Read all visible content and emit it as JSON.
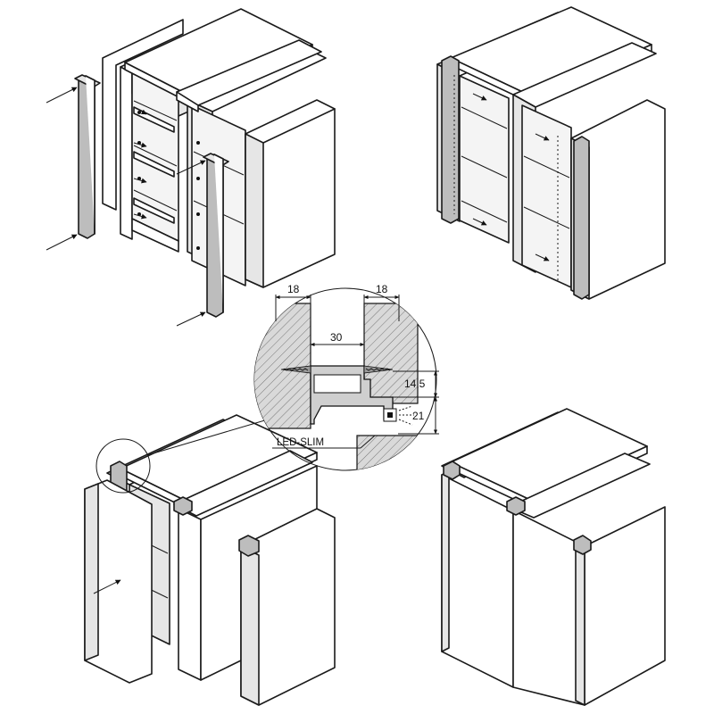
{
  "detail": {
    "dim_left": "18",
    "dim_right": "18",
    "dim_gap": "30",
    "dim_height1": "14,5",
    "dim_height2": "21",
    "profile_label": "LED-SLIM"
  }
}
